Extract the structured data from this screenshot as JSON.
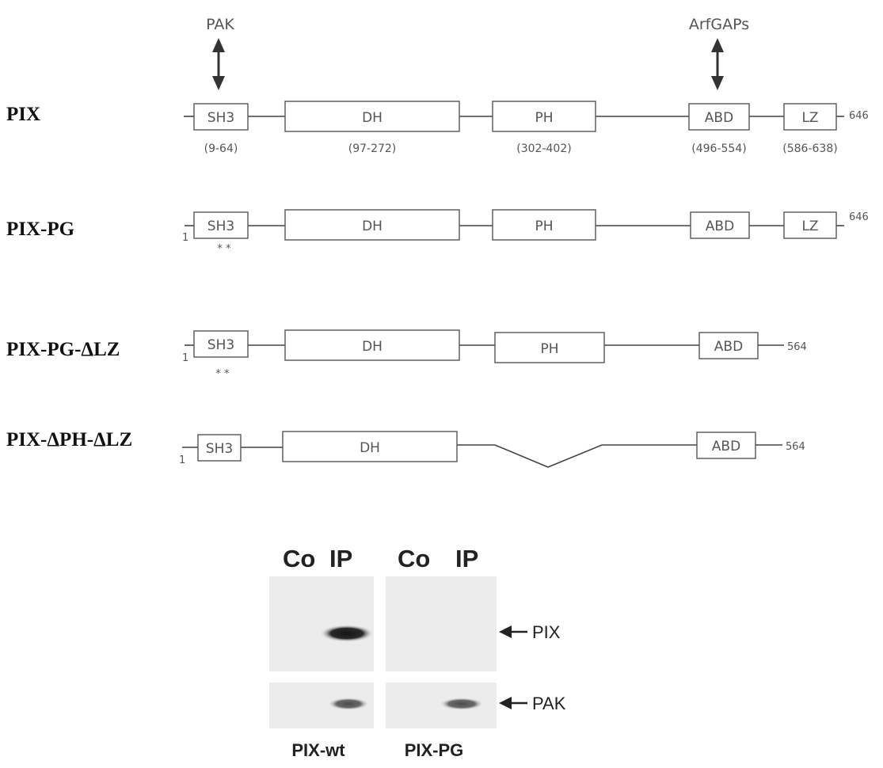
{
  "partners": {
    "pak": "PAK",
    "arfgaps": "ArfGAPs"
  },
  "constructs": [
    {
      "name": "PIX",
      "start": "",
      "end": "646",
      "domains": {
        "sh3": "SH3",
        "dh": "DH",
        "ph": "PH",
        "abd": "ABD",
        "lz": "LZ"
      },
      "ranges": {
        "sh3": "(9-64)",
        "dh": "(97-272)",
        "ph": "(302-402)",
        "abd": "(496-554)",
        "lz": "(586-638)"
      }
    },
    {
      "name": "PIX-PG",
      "start": "1",
      "end": "646",
      "mutation_mark": "* *",
      "domains": {
        "sh3": "SH3",
        "dh": "DH",
        "ph": "PH",
        "abd": "ABD",
        "lz": "LZ"
      }
    },
    {
      "name": "PIX-PG-ΔLZ",
      "start": "1",
      "end": "564",
      "mutation_mark": "* *",
      "domains": {
        "sh3": "SH3",
        "dh": "DH",
        "ph": "PH",
        "abd": "ABD"
      }
    },
    {
      "name": "PIX-ΔPH-ΔLZ",
      "start": "1",
      "end": "564",
      "domains": {
        "sh3": "SH3",
        "dh": "DH",
        "abd": "ABD"
      }
    }
  ],
  "blot": {
    "lanes": [
      "Co",
      "IP",
      "Co",
      "IP"
    ],
    "bands": [
      "PIX",
      "PAK"
    ],
    "panels": [
      "PIX-wt",
      "PIX-PG"
    ]
  }
}
